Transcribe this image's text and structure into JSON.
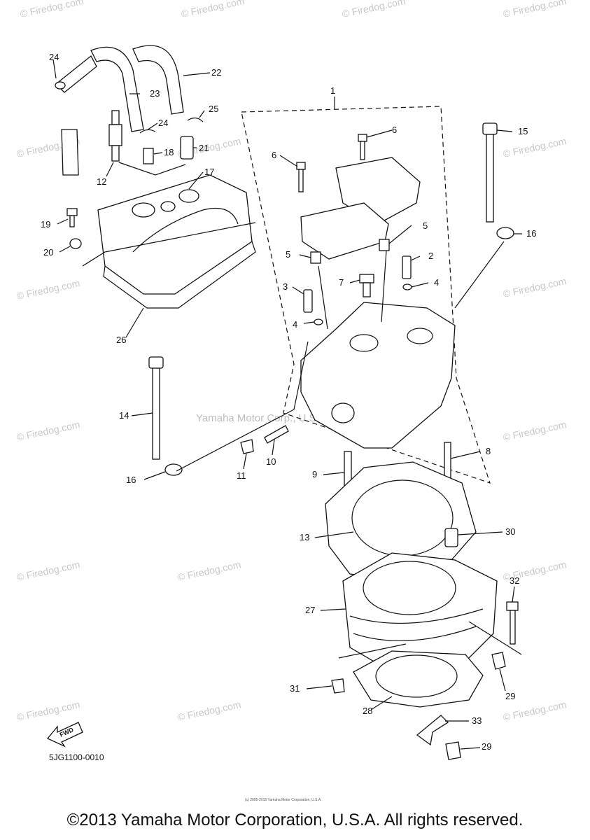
{
  "diagram_code": "5JG1100-0010",
  "fwd_label": "FWD",
  "watermark": {
    "brand": "© Firedog.com",
    "center": "Yamaha Motor Corp., U.S.A."
  },
  "footer": {
    "small_print": "(c) 2005-2015 Yamaha Motor Corporation, U.S.A.",
    "copyright": "©2013 Yamaha Motor Corporation, U.S.A. All rights reserved."
  },
  "callouts": {
    "c1": "1",
    "c2": "2",
    "c3": "3",
    "c4a": "4",
    "c4b": "4",
    "c5a": "5",
    "c5b": "5",
    "c6a": "6",
    "c6b": "6",
    "c7": "7",
    "c8": "8",
    "c9": "9",
    "c10": "10",
    "c11": "11",
    "c12": "12",
    "c13": "13",
    "c14": "14",
    "c15": "15",
    "c16a": "16",
    "c16b": "16",
    "c17": "17",
    "c18": "18",
    "c19": "19",
    "c20": "20",
    "c21": "21",
    "c22": "22",
    "c23": "23",
    "c24a": "24",
    "c24b": "24",
    "c25": "25",
    "c26": "26",
    "c27": "27",
    "c28": "28",
    "c29a": "29",
    "c29b": "29",
    "c30": "30",
    "c31": "31",
    "c32": "32",
    "c33": "33"
  }
}
